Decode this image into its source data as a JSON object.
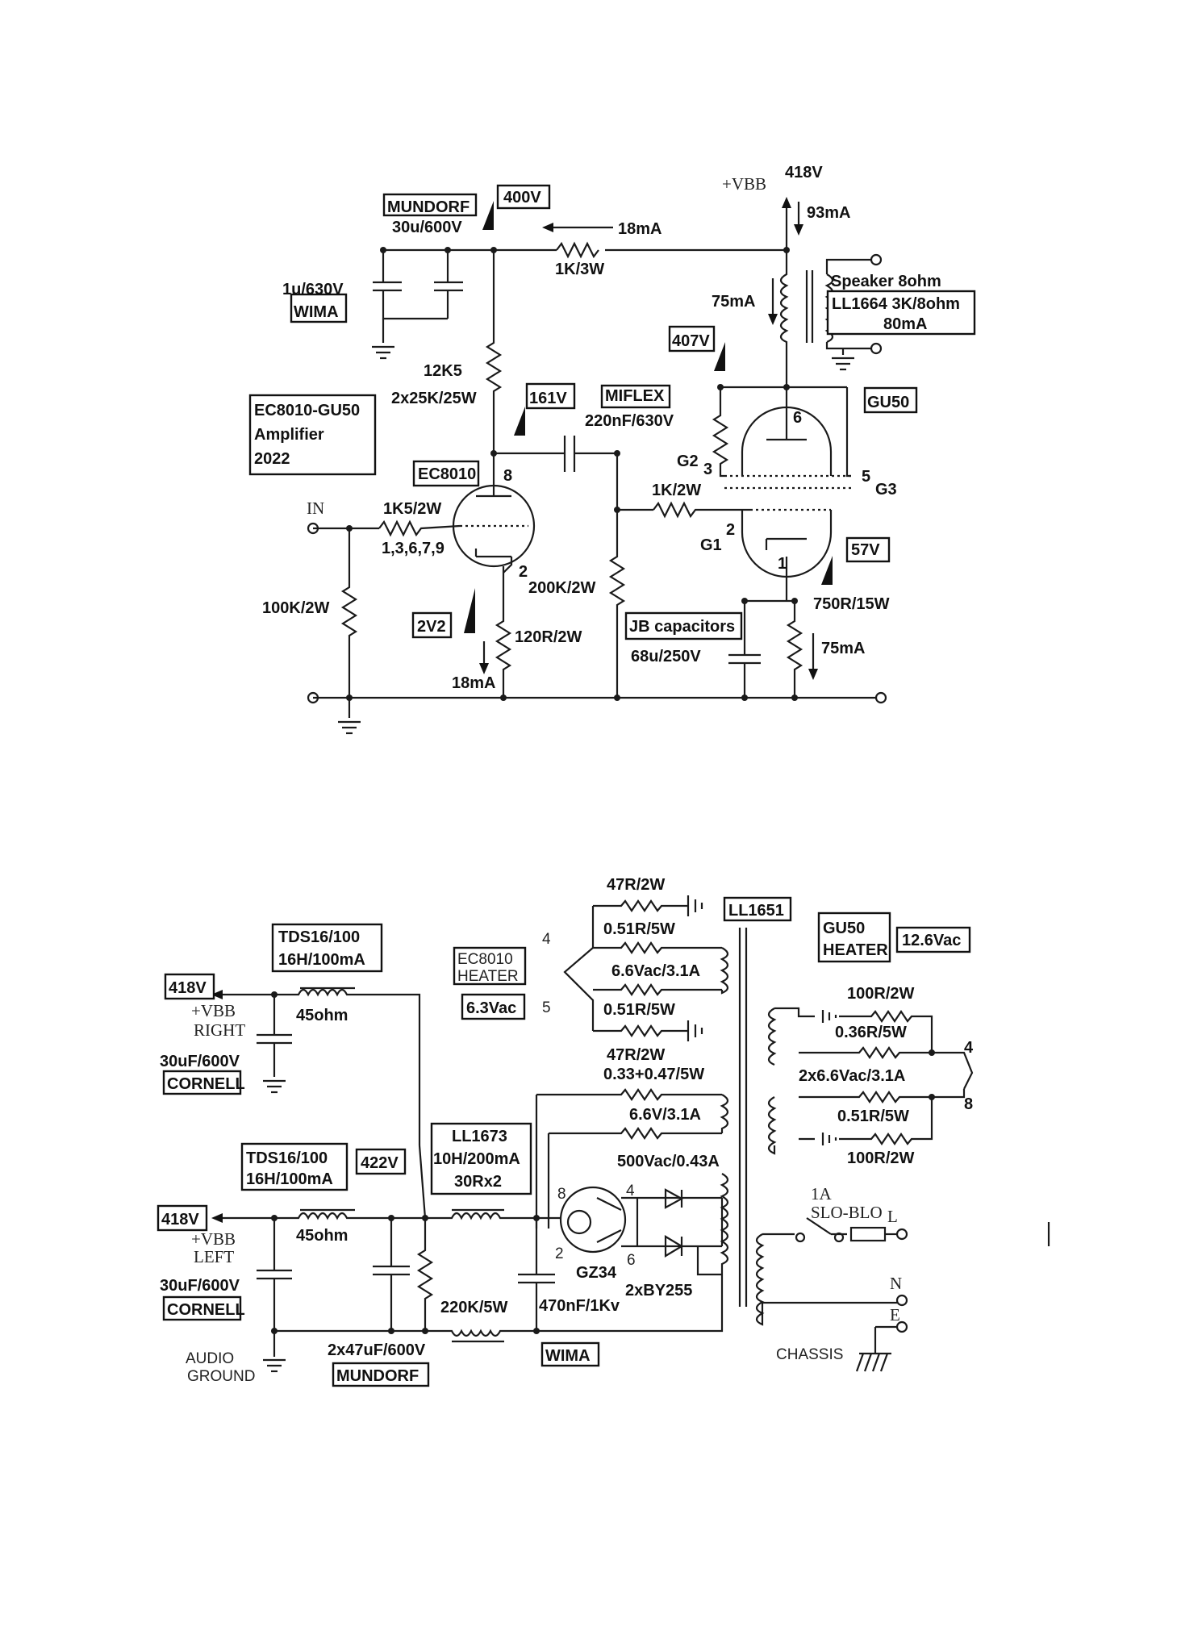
{
  "amp": {
    "title_l1": "EC8010-GU50",
    "title_l2": "Amplifier",
    "title_l3": "2022",
    "mundorf": "MUNDORF",
    "cap_30u": "30u/600V",
    "v400": "400V",
    "i18_top": "18mA",
    "r1k3w": "1K/3W",
    "vbb": "+VBB",
    "v418": "418V",
    "i93": "93mA",
    "speaker": "Speaker 8ohm",
    "ll1664": "LL1664 3K/8ohm",
    "i80": "80mA",
    "i75_top": "75mA",
    "cap_1u": "1u/630V",
    "wima": "WIMA",
    "v407": "407V",
    "r12k5": "12K5",
    "r2x25k": "2x25K/25W",
    "v161": "161V",
    "miflex": "MIFLEX",
    "cap_220n": "220nF/630V",
    "gu50": "GU50",
    "pin6": "6",
    "g2": "G2",
    "pin3": "3",
    "pin5": "5",
    "g3": "G3",
    "ec8010": "EC8010",
    "pin8": "8",
    "r1k2w": "1K/2W",
    "in": "IN",
    "r1k5": "1K5/2W",
    "pins": "1,3,6,7,9",
    "pin2_g1": "2",
    "g1": "G1",
    "v57": "57V",
    "pin1": "1",
    "pin2_ec": "2",
    "r200k": "200K/2W",
    "r750": "750R/15W",
    "r100k": "100K/2W",
    "v2v2": "2V2",
    "r120": "120R/2W",
    "jb": "JB capacitors",
    "cap_68u": "68u/250V",
    "i75_bot": "75mA",
    "i18_bot": "18mA"
  },
  "psu": {
    "r47_top": "47R/2W",
    "ll1651": "LL1651",
    "r051_a": "0.51R/5W",
    "pin4_a": "4",
    "ec_heater_l1": "EC8010",
    "ec_heater_l2": "HEATER",
    "vac66": "6.6Vac/3.1A",
    "vac63": "6.3Vac",
    "pin5_a": "5",
    "r051_b": "0.51R/5W",
    "r47_bot": "47R/2W",
    "gu_heater_l1": "GU50",
    "gu_heater_l2": "HEATER",
    "vac126": "12.6Vac",
    "tds_r_l1": "TDS16/100",
    "tds_r_l2": "16H/100mA",
    "ohm45_r": "45ohm",
    "v418_r": "418V",
    "vbb_r": "+VBB",
    "right": "RIGHT",
    "cap30_r": "30uF/600V",
    "cornell_r": "CORNELL",
    "r100_top": "100R/2W",
    "r036": "0.36R/5W",
    "pin4_b": "4",
    "vac2x66": "2x6.6Vac/3.1A",
    "pin8_b": "8",
    "r051_c": "0.51R/5W",
    "r100_bot": "100R/2W",
    "r033": "0.33+0.47/5W",
    "v66_31": "6.6V/3.1A",
    "ll1673_l1": "LL1673",
    "ll1673_l2": "10H/200mA",
    "ll1673_l3": "30Rx2",
    "vac500": "500Vac/0.43A",
    "v422": "422V",
    "tds_l_l1": "TDS16/100",
    "tds_l_l2": "16H/100mA",
    "ohm45_l": "45ohm",
    "v418_l": "418V",
    "vbb_l": "+VBB",
    "left": "LEFT",
    "cap30_l": "30uF/600V",
    "cornell_l": "CORNELL",
    "gz_pin8": "8",
    "gz_pin4": "4",
    "gz_pin2": "2",
    "gz_pin6": "6",
    "gz34": "GZ34",
    "bys": "2xBY255",
    "r220k": "220K/5W",
    "cap470": "470nF/1Kv",
    "fuse1": "1A",
    "fuse2": "SLO-BLO",
    "l": "L",
    "n": "N",
    "e": "E",
    "chassis": "CHASSIS",
    "audio1": "AUDIO",
    "audio2": "GROUND",
    "cap2x47": "2x47uF/600V",
    "mundorf": "MUNDORF",
    "wima": "WIMA"
  }
}
